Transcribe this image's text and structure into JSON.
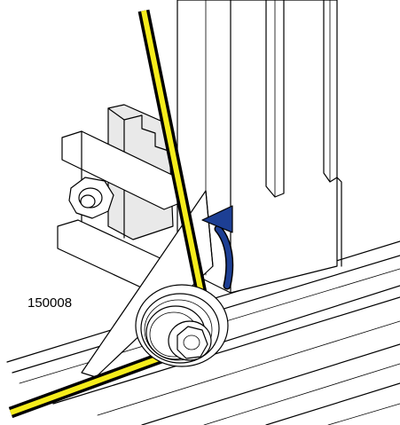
{
  "figure": {
    "reference_number": "150008",
    "colors": {
      "belt_fill": "#f5ec1c",
      "belt_outline": "#000000",
      "arrow": "#1d3f94",
      "lines": "#000000",
      "background": "#ffffff"
    },
    "icons": [
      "belt",
      "tensioner-pulley",
      "direction-arrow",
      "bolt"
    ]
  }
}
